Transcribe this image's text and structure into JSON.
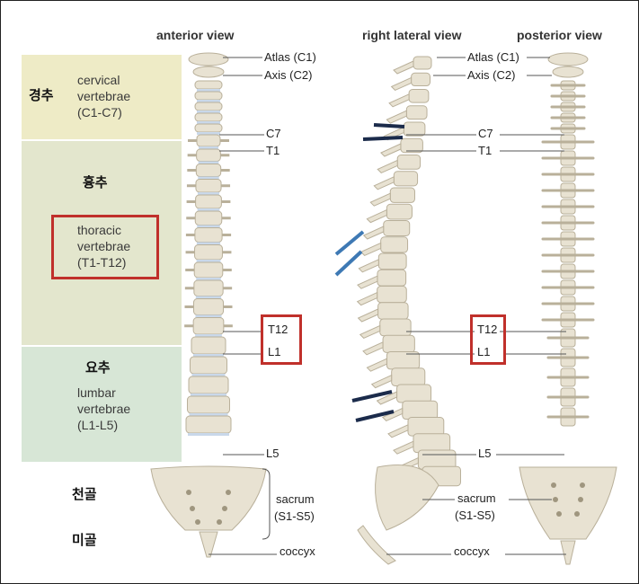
{
  "views": {
    "anterior": "anterior view",
    "lateral": "right lateral view",
    "posterior": "posterior view"
  },
  "regions": {
    "cervical": {
      "korean": "경추",
      "label": "cervical\nvertebrae\n(C1-C7)"
    },
    "thoracic": {
      "korean": "흉추",
      "label": "thoracic\nvertebrae\n(T1-T12)"
    },
    "lumbar": {
      "korean": "요추",
      "label": "lumbar\nvertebrae\n(L1-L5)"
    },
    "sacrum_korean": "천골",
    "coccyx_korean": "미골"
  },
  "labels": {
    "atlas": "Atlas (C1)",
    "axis": "Axis (C2)",
    "c7": "C7",
    "t1": "T1",
    "t12": "T12",
    "l1": "L1",
    "l5": "L5",
    "sacrum": "sacrum",
    "sacrum_range": "(S1-S5)",
    "coccyx": "coccyx"
  },
  "colors": {
    "bone": "#e8e2d2",
    "bone_shade": "#b9b09a",
    "disc": "#c9d8ea",
    "highlight": "#c0302b",
    "cervical_band": "#eeebc6",
    "thoracic_band": "#e3e6cd",
    "lumbar_band": "#d7e6d6",
    "marker_dark": "#1b2b4b",
    "marker_blue": "#3e79b4"
  }
}
